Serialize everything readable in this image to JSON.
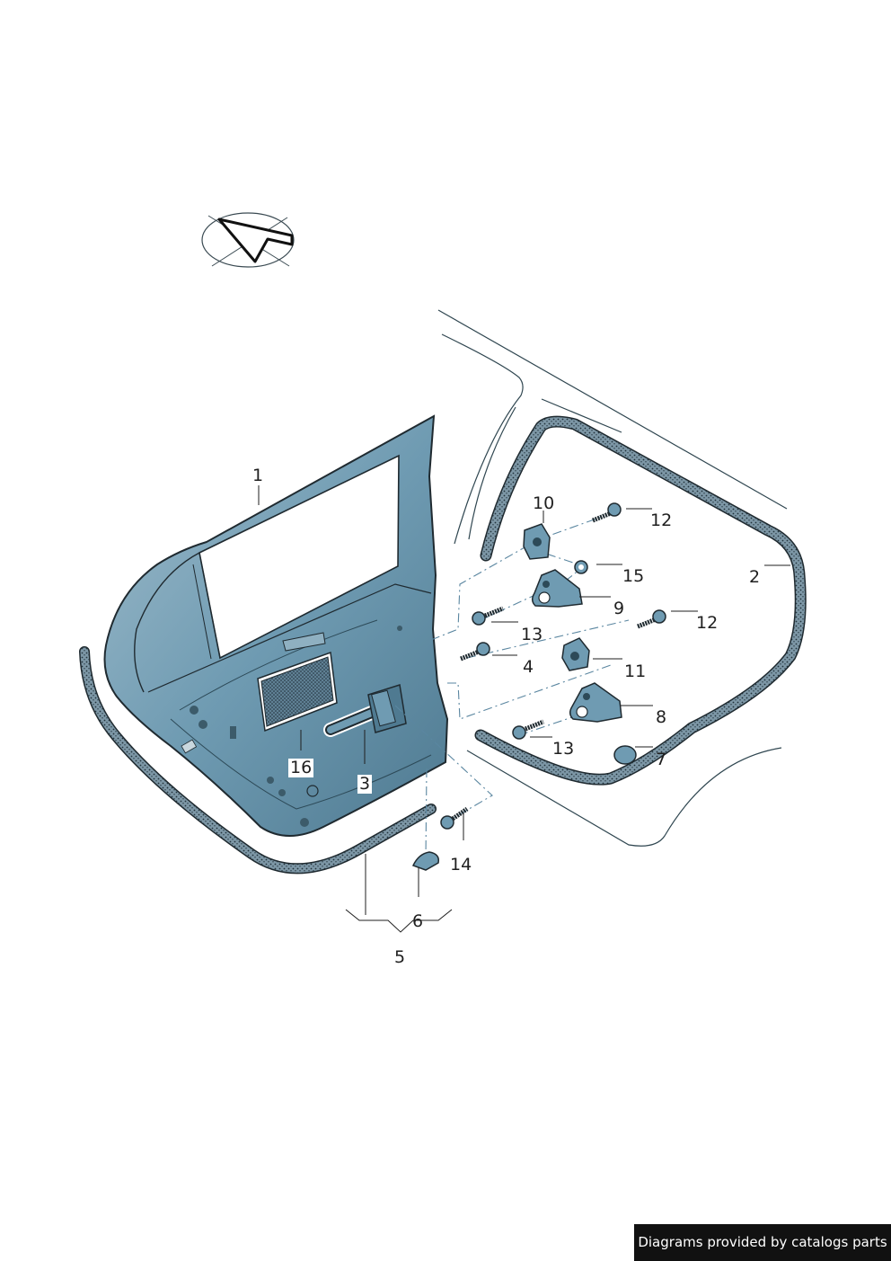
{
  "diagram": {
    "parts": [
      {
        "id": "p1",
        "label": "1"
      },
      {
        "id": "p2",
        "label": "2"
      },
      {
        "id": "p3",
        "label": "3"
      },
      {
        "id": "p4",
        "label": "4"
      },
      {
        "id": "p5",
        "label": "5"
      },
      {
        "id": "p6",
        "label": "6"
      },
      {
        "id": "p7",
        "label": "7"
      },
      {
        "id": "p8",
        "label": "8"
      },
      {
        "id": "p9",
        "label": "9"
      },
      {
        "id": "p10",
        "label": "10"
      },
      {
        "id": "p11",
        "label": "11"
      },
      {
        "id": "p12a",
        "label": "12"
      },
      {
        "id": "p12b",
        "label": "12"
      },
      {
        "id": "p13a",
        "label": "13"
      },
      {
        "id": "p13b",
        "label": "13"
      },
      {
        "id": "p14",
        "label": "14"
      },
      {
        "id": "p15",
        "label": "15"
      },
      {
        "id": "p16",
        "label": "16"
      }
    ]
  },
  "footer": {
    "credit": "Diagrams provided by catalogs parts"
  },
  "colors": {
    "metal": "#6f9bb2",
    "metal_dark": "#3f6478",
    "seal": "#7d97a6",
    "outline": "#1f2a30",
    "dash": "#5a86a0"
  }
}
